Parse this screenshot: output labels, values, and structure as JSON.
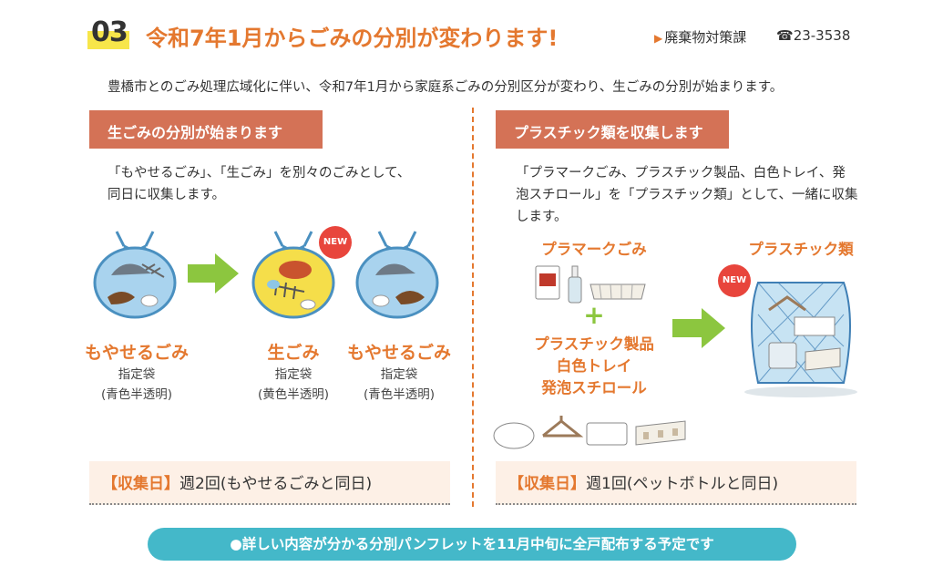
{
  "header": {
    "number": "03",
    "title": "令和7年1月からごみの分別が変わります!",
    "department": "廃棄物対策課",
    "phone": "23-3538"
  },
  "intro": "豊橋市とのごみ処理広域化に伴い、令和7年1月から家庭系ごみの分別区分が変わり、生ごみの分別が始まります。",
  "left": {
    "heading": "生ごみの分別が始まります",
    "para_line1": "「もやせるごみ」、「生ごみ」を別々のごみとして、",
    "para_line2": "同日に収集します。",
    "new_badge": "NEW",
    "bags": [
      {
        "name": "もやせるごみ",
        "type": "指定袋",
        "color_note": "(青色半透明)"
      },
      {
        "name": "生ごみ",
        "type": "指定袋",
        "color_note": "(黄色半透明)"
      },
      {
        "name": "もやせるごみ",
        "type": "指定袋",
        "color_note": "(青色半透明)"
      }
    ],
    "schedule_tag": "【収集日】",
    "schedule_text": "週2回(もやせるごみと同日)"
  },
  "right": {
    "heading": "プラスチック類を収集します",
    "para_line1": "「プラマークごみ、プラスチック製品、白色トレイ、発",
    "para_line2": "泡スチロール」を「プラスチック類」として、一緒に収集",
    "para_line3": "します。",
    "pla_mark_label": "プラマークごみ",
    "plus_sign": "+",
    "products_line1": "プラスチック製品",
    "products_line2": "白色トレイ",
    "products_line3": "発泡スチロール",
    "result_label": "プラスチック類",
    "new_badge": "NEW",
    "schedule_tag": "【収集日】",
    "schedule_text": "週1回(ペットボトルと同日)"
  },
  "banner": "●詳しい内容が分かる分別パンフレットを11月中旬に全戸配布する予定です",
  "colors": {
    "accent_orange": "#e4782f",
    "heading_bar": "#d47256",
    "banner_teal": "#44b8c9",
    "arrow_green": "#8cc63f",
    "blue_bag": "#a9d3ee",
    "yellow_bag": "#f5de4a",
    "new_red": "#e8453c"
  }
}
